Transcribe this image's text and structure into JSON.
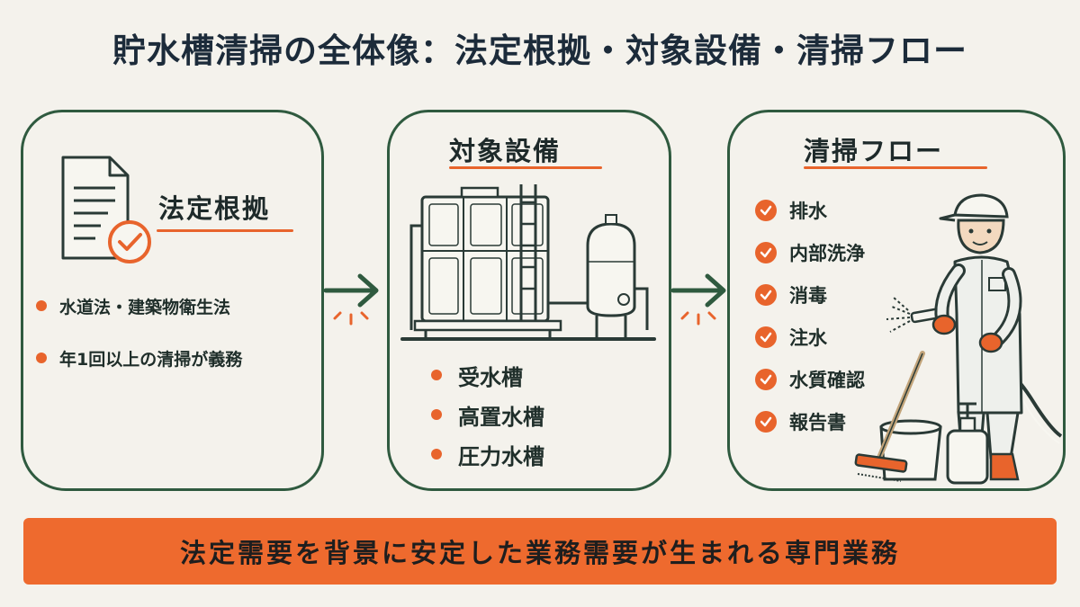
{
  "title": "貯水槽清掃の全体像：法定根拠・対象設備・清掃フロー",
  "legal": {
    "heading": "法定根拠",
    "icon": "document-check-icon",
    "items": [
      "水道法・建築物衛生法",
      "年1回以上の清掃が義務"
    ]
  },
  "equipment": {
    "heading": "対象設備",
    "icon": "water-tank-icon",
    "items": [
      "受水槽",
      "高置水槽",
      "圧力水槽"
    ]
  },
  "flow": {
    "heading": "清掃フロー",
    "icon": "worker-cleaning-icon",
    "steps": [
      "排水",
      "内部洗浄",
      "消毒",
      "注水",
      "水質確認",
      "報告書"
    ]
  },
  "banner": "法定需要を背景に安定した業務需要が生まれる専門業務",
  "colors": {
    "accent": "#e8642c",
    "frame": "#2f5a3f",
    "background": "#f4f2ec"
  }
}
